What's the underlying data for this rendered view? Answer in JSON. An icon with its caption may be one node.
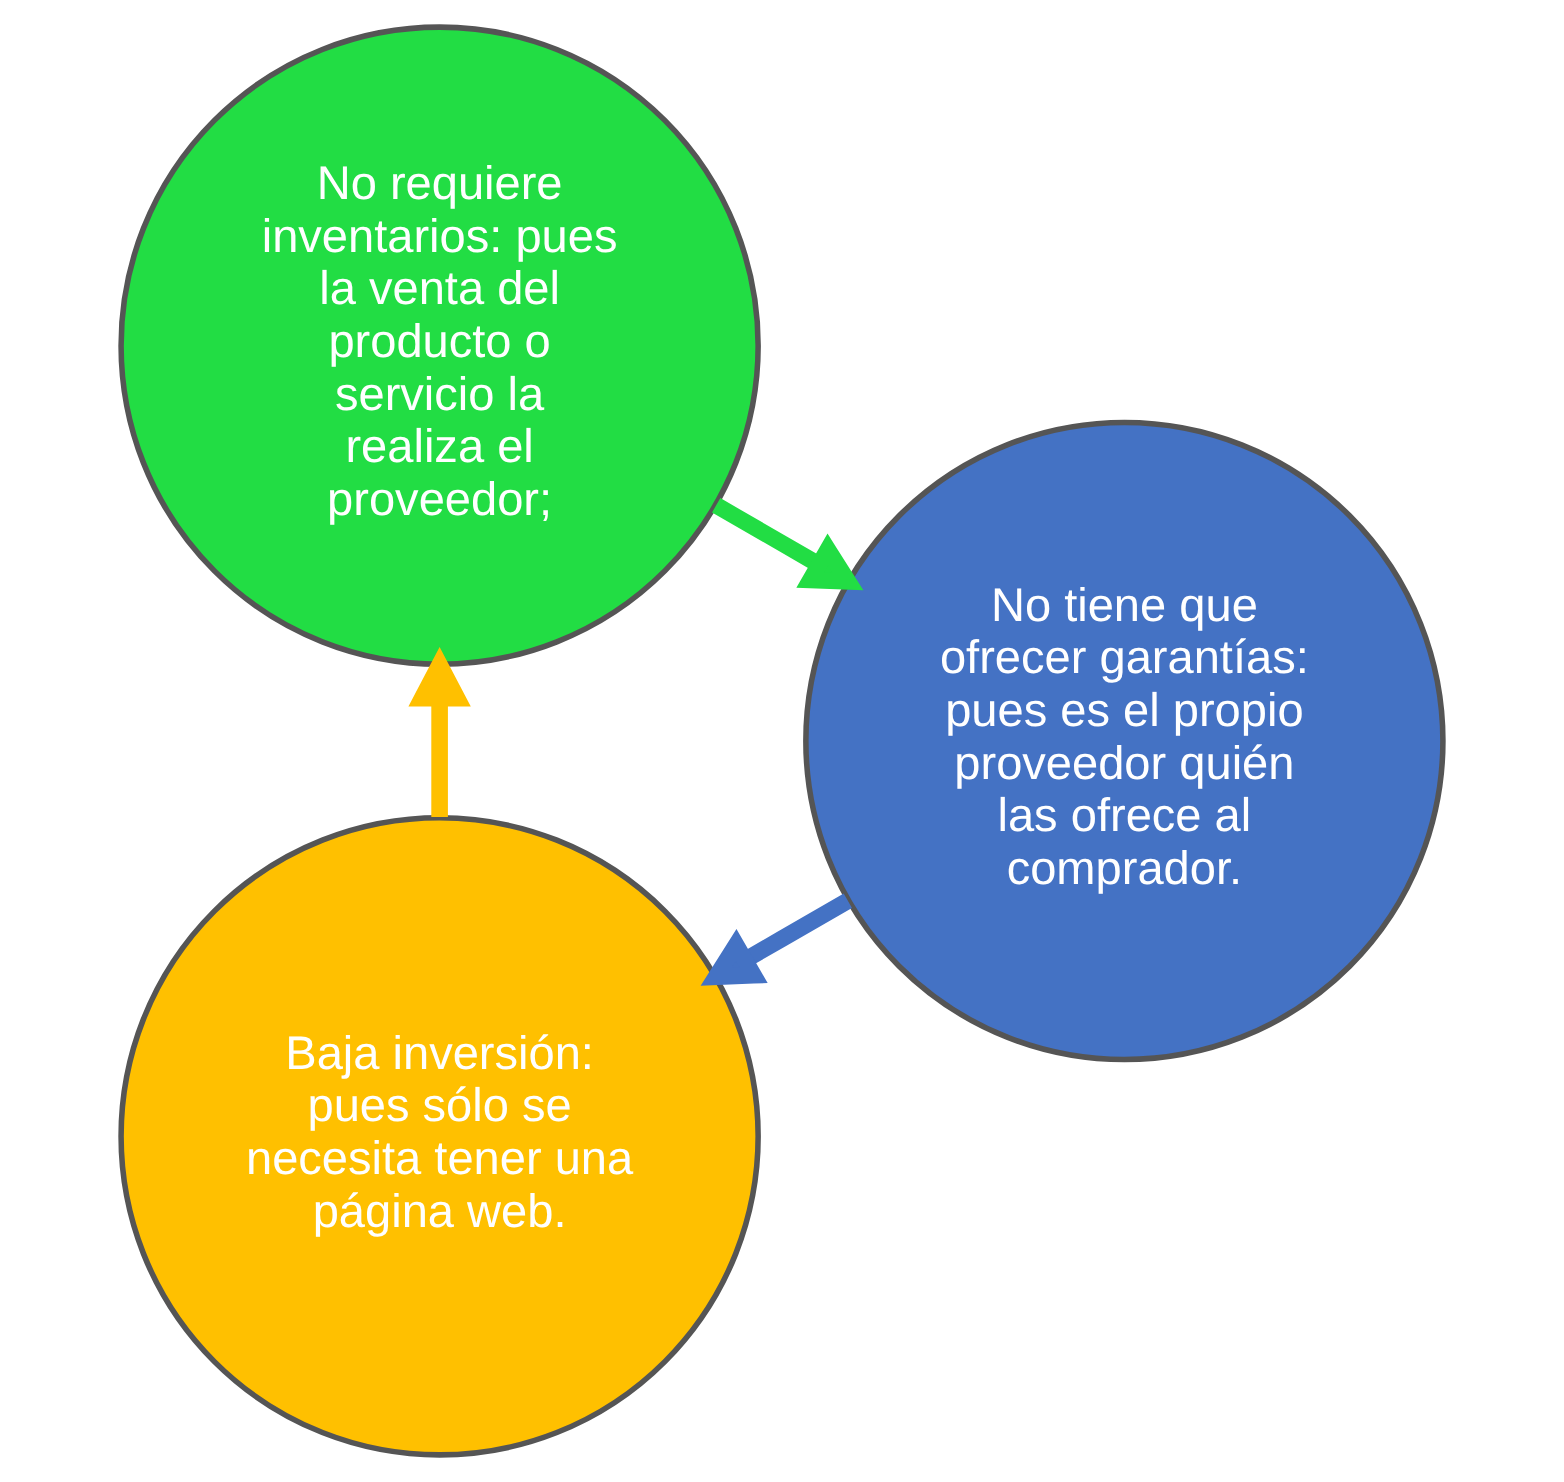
{
  "diagram": {
    "nodes": [
      {
        "text": [
          "Baja inversión: pues sólo se necesita tener una página web."
        ]
      },
      {
        "text": [
          "No requiere inventarios: pues la venta del producto o servicio la realiza el proveedor;"
        ]
      },
      {
        "text": [
          "No tiene que ofrecer garantías: pues es el propio proveedor quién las ofrece al comprador."
        ]
      }
    ],
    "edges": [
      {
        "from": 0,
        "to": 1,
        "arrow": "to",
        "color": "#ffc000"
      },
      {
        "from": 1,
        "to": 2,
        "arrow": "to",
        "color": "#22dd44"
      },
      {
        "from": 2,
        "to": 0,
        "arrow": "to",
        "color": "#4472c4"
      }
    ]
  }
}
